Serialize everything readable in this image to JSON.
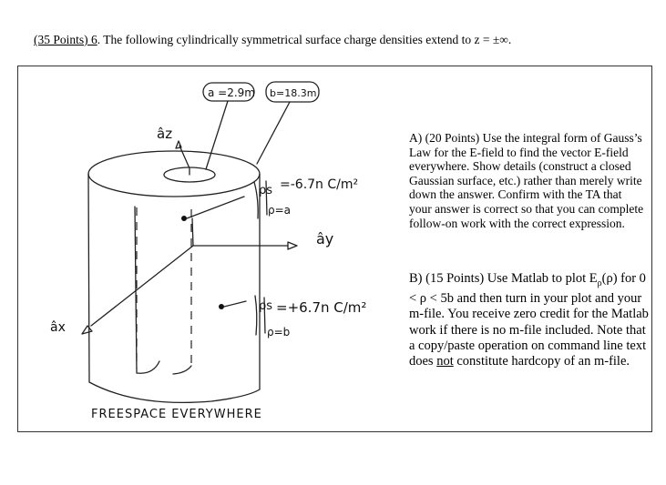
{
  "header": {
    "points": "(35 Points) 6",
    "text": ". The following cylindrically symmetrical surface charge densities extend to z = ±∞."
  },
  "figure": {
    "label_a": "a =2.9m",
    "label_b": "b=18.3m",
    "axis_z": "âz",
    "axis_y": "ây",
    "axis_x": "âx",
    "rho_inner": "=-6.7n C/m²",
    "rho_inner_sub": "ρ=a",
    "rho_outer": "=+6.7n C/m²",
    "rho_outer_sub": "ρ=b",
    "rho_s": "ρs",
    "caption": "FREESPACE EVERYWHERE"
  },
  "question_a": {
    "text": "A) (20 Points) Use the integral form of Gauss’s Law for the E-field to find the vector E-field everywhere. Show details (construct a closed Gaussian surface, etc.) rather than merely write down the answer. Confirm with the TA that your answer is correct so that you can complete follow-on work with the correct expression."
  },
  "question_b": {
    "part1": "B) (15 Points) Use Matlab to plot E",
    "sub": "ρ",
    "part2": "(ρ) for 0 < ρ < 5b and then turn in your plot and your m-file. You receive zero credit for the Matlab work if there is no m-file included. Note that a copy/paste operation on command line text does ",
    "not": "not",
    "part3": " constitute hardcopy of an m-file."
  }
}
